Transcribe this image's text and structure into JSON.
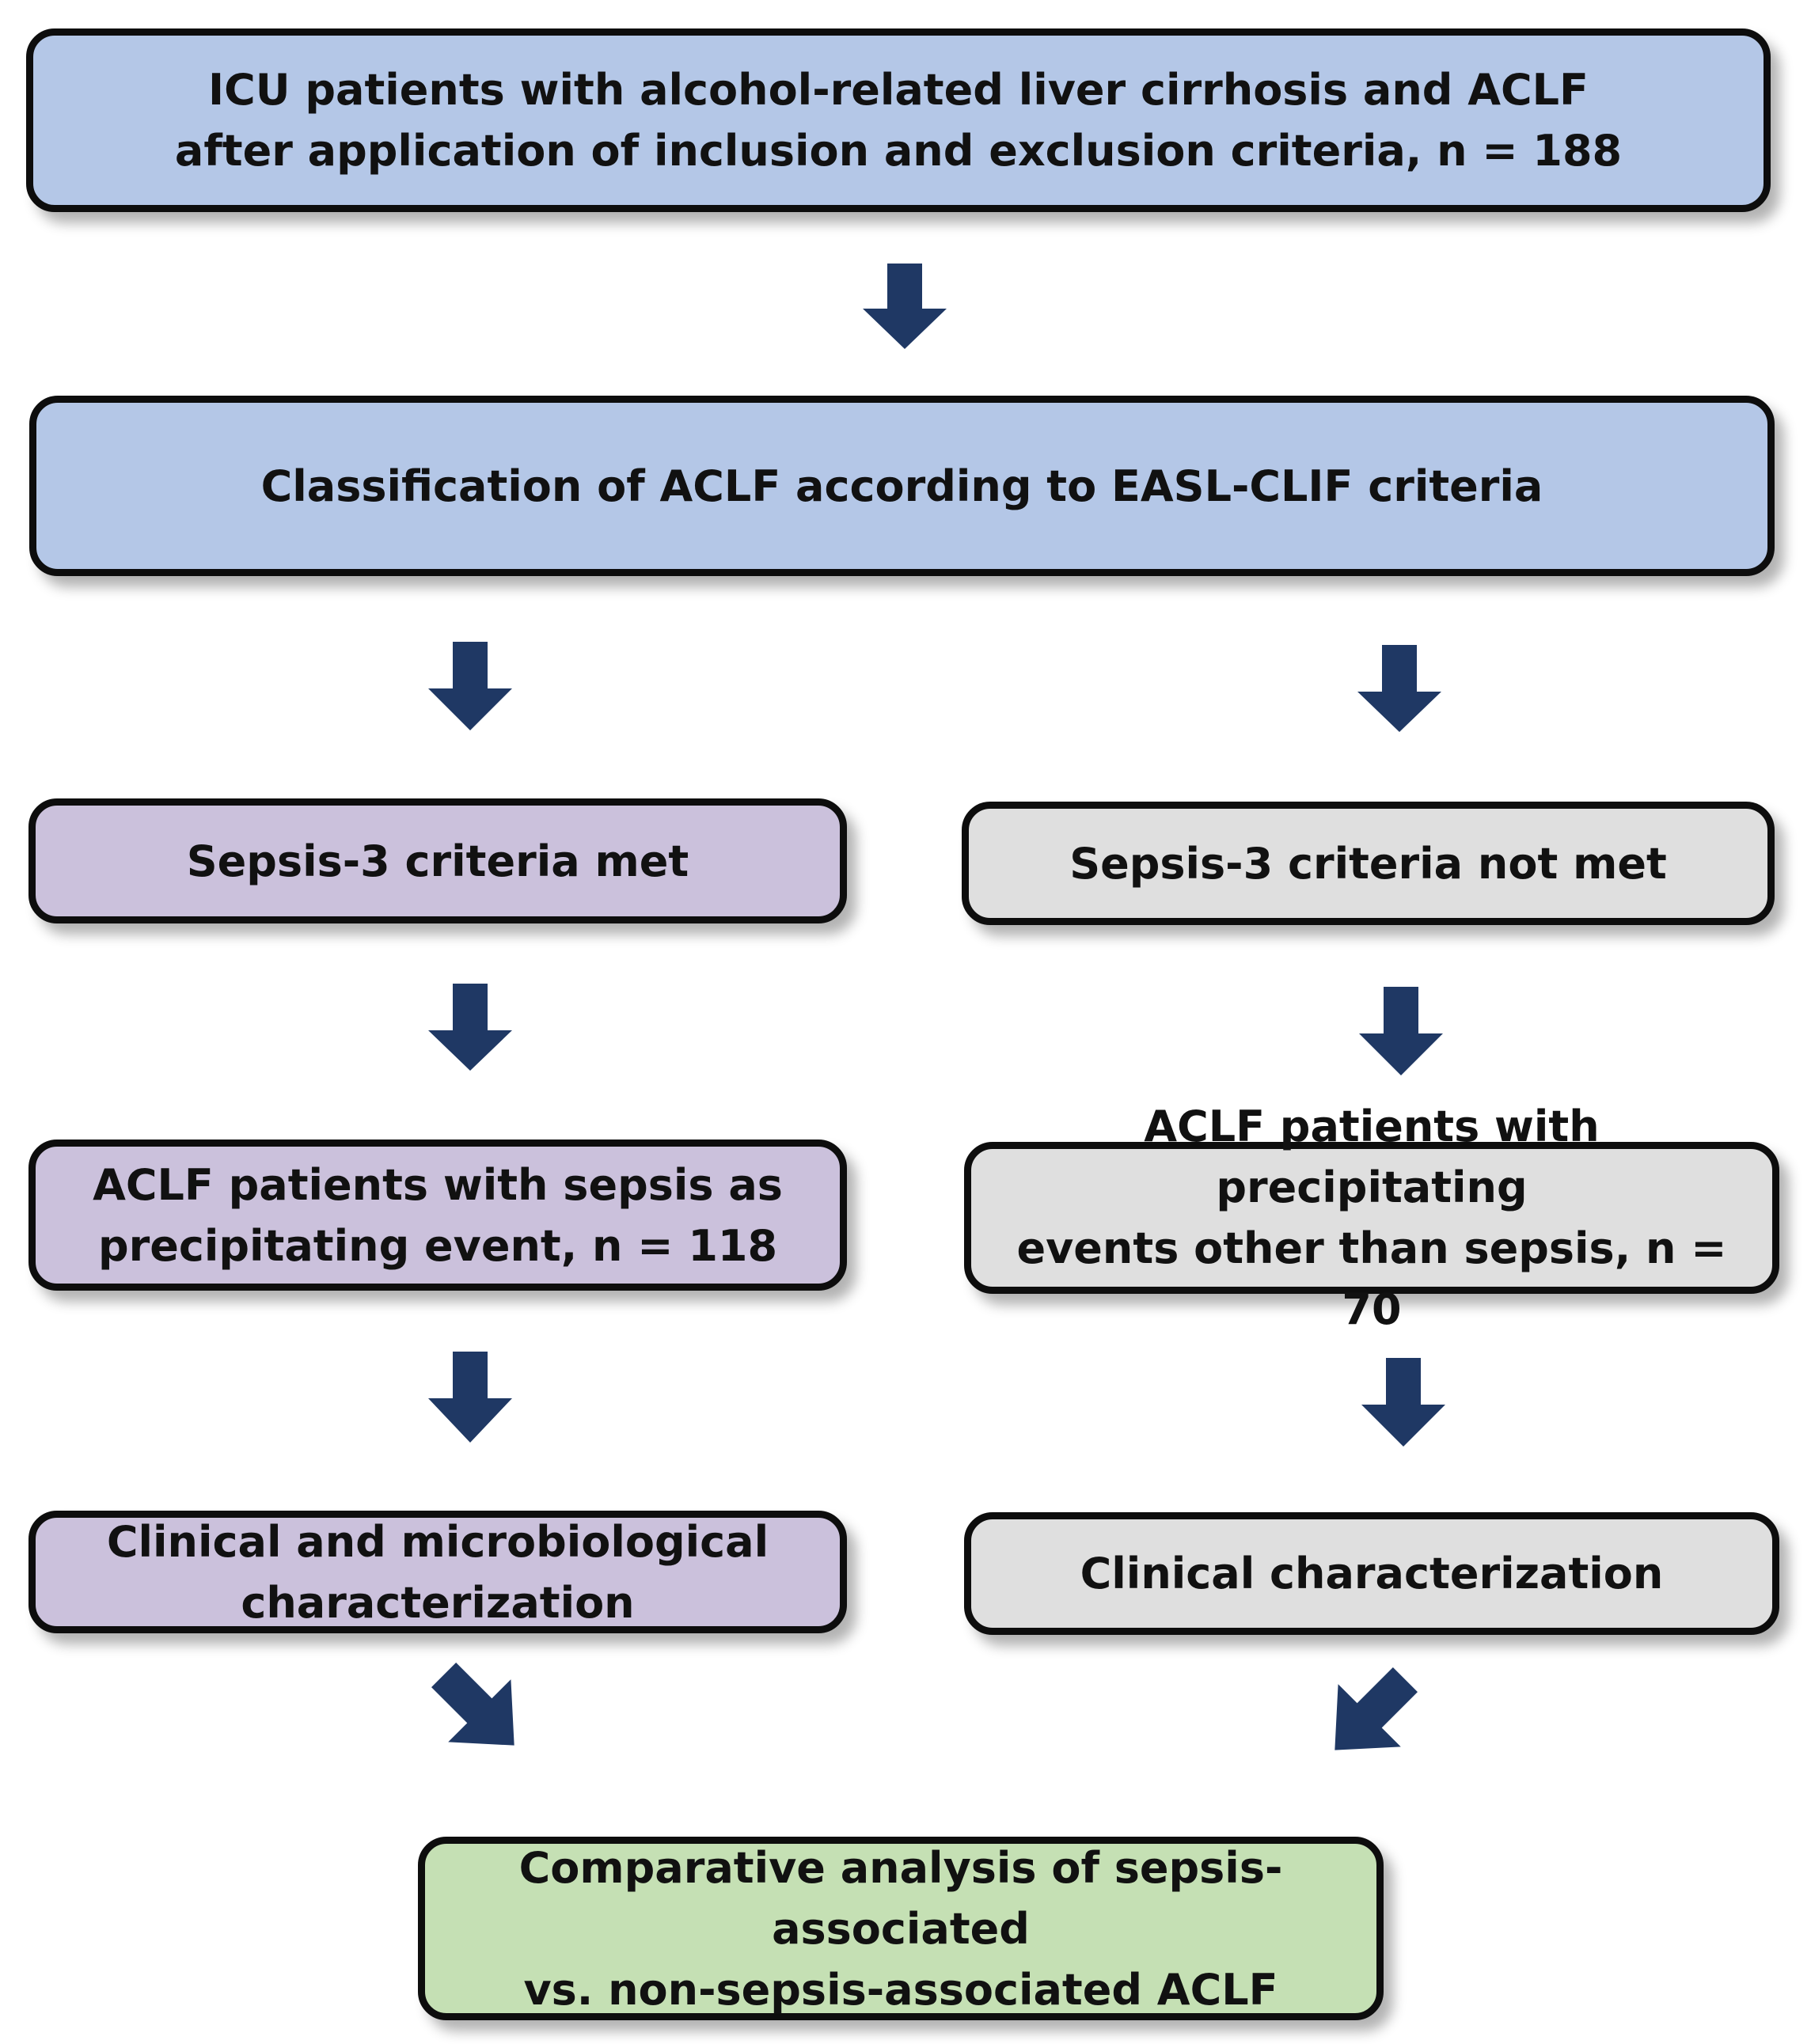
{
  "boxes": {
    "top": {
      "line1": "ICU patients with alcohol-related liver cirrhosis and ACLF",
      "line2": "after application of inclusion and exclusion criteria, n = 188",
      "color": "#b4c7e7"
    },
    "classification": {
      "line1": "Classification of ACLF according to EASL-CLIF criteria",
      "color": "#b4c7e7"
    },
    "sepsis_met": {
      "line1": "Sepsis-3 criteria met",
      "color": "#cbc1dc"
    },
    "sepsis_not_met": {
      "line1": "Sepsis-3 criteria not met",
      "color": "#dfdfdf"
    },
    "sepsis_patients": {
      "line1": "ACLF patients with sepsis as",
      "line2": "precipitating event, n = 118",
      "color": "#cbc1dc"
    },
    "other_patients": {
      "line1": "ACLF patients with precipitating",
      "line2": "events other than sepsis, n = 70",
      "color": "#dfdfdf"
    },
    "clinical_micro": {
      "line1": "Clinical and microbiological",
      "line2": "characterization",
      "color": "#cbc1dc"
    },
    "clinical": {
      "line1": "Clinical characterization",
      "color": "#dfdfdf"
    },
    "comparative": {
      "line1": "Comparative analysis of sepsis-associated",
      "line2": "vs. non-sepsis-associated ACLF",
      "color": "#c5e0b4"
    }
  },
  "arrow_color": "#1f3864",
  "arrow_icon": "down-arrow-icon"
}
